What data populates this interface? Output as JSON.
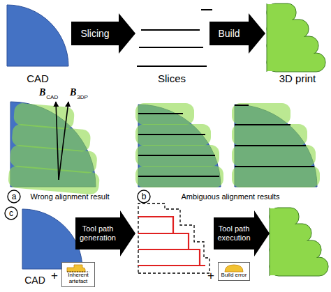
{
  "diagram": {
    "nodes": [
      {
        "text": [
          "Slicing"
        ]
      },
      {
        "text": [
          "Build"
        ]
      },
      {
        "text": [
          "a"
        ]
      },
      {
        "text": [
          "b"
        ]
      },
      {
        "text": [
          "c"
        ]
      },
      {
        "text": [
          "Tool path generation"
        ]
      },
      {
        "text": [
          "Inherent artefact"
        ]
      },
      {
        "text": [
          "Build error"
        ]
      },
      {
        "text": [
          "Tool path execution"
        ]
      }
    ],
    "labels": [
      "CAD",
      "Slices",
      "3D print",
      "B",
      "CAD",
      "B",
      "3DP",
      "Wrong alignment result",
      "Ambiguous alignment results",
      "CAD",
      "+",
      "+"
    ]
  }
}
